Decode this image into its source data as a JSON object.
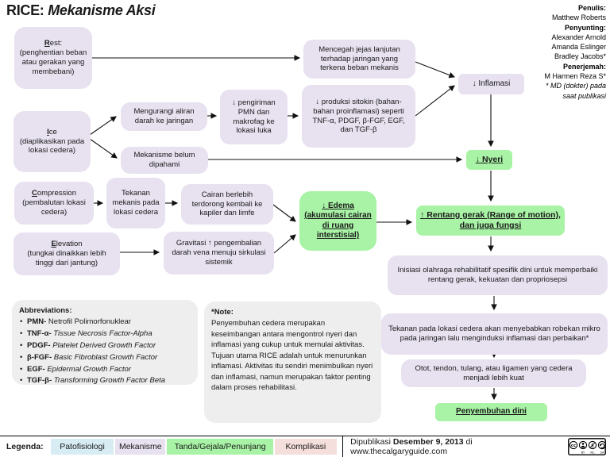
{
  "title": {
    "brand": "RICE:",
    "subtitle": " Mekanisme Aksi"
  },
  "credits": {
    "penulis_label": "Penulis:",
    "penulis": "Matthew Roberts",
    "penyunting_label": "Penyunting:",
    "penyunting1": "Alexander Arnold",
    "penyunting2": "Amanda Eslinger",
    "penyunting3": "Bradley Jacobs*",
    "penerjemah_label": "Penerjemah:",
    "penerjemah": "M Harmen Reza S*",
    "footnote1": "* MD (dokter) pada",
    "footnote2": "saat publikasi"
  },
  "nodes": {
    "rest": {
      "initial": "R",
      "title_rest": "est:",
      "desc": "(penghentian beban atau gerakan yang membebani)"
    },
    "ice": {
      "initial": "I",
      "title_rest": "ce",
      "desc": "(diaplikasikan pada lokasi cedera)"
    },
    "compression": {
      "initial": "C",
      "title_rest": "ompression",
      "desc": "(pembalutan lokasi cedera)"
    },
    "elevation": {
      "initial": "E",
      "title_rest": "levation",
      "desc": "(tungkai dinaikkan lebih tinggi dari jantung)"
    },
    "mengurangi": "Mengurangi aliran darah ke jaringan",
    "mekanisme_belum": "Mekanisme belum dipahami",
    "pengiriman": "↓ pengiriman PMN dan makrofag ke lokasi luka",
    "mencegah": "Mencegah jejas lanjutan terhadap jaringan yang terkena beban mekanis",
    "produksi": "↓ produksi sitokin (bahan-bahan proinflamasi) seperti TNF-α, PDGF, β-FGF, EGF, dan TGF-β",
    "inflamasi": "↓ Inflamasi",
    "nyeri": "↓ Nyeri",
    "tekanan_mekanis": "Tekanan mekanis pada lokasi cedera",
    "cairan": "Cairan berlebih terdorong kembali ke kapiler dan limfe",
    "gravitasi": "Gravitasi ↑ pengembalian darah vena menuju sirkulasi sistemik",
    "edema": "↓ Edema (akumulasi cairan di ruang interstisial)",
    "rentang": "↑ Rentang gerak (Range of motion), dan juga fungsi",
    "inisiasi": "Inisiasi olahraga rehabilitatif spesifik dini untuk memperbaiki rentang gerak, kekuatan dan propriosepsi",
    "tekanan_lokasi": "Tekanan pada lokasi cedera akan menyebabkan robekan mikro pada jaringan lalu menginduksi inflamasi dan perbaikan*",
    "otot": "Otot, tendon, tulang, atau ligamen yang cedera menjadi lebih kuat",
    "penyembuhan": "Penyembuhan dini"
  },
  "abbreviations": {
    "heading": "Abbreviations:",
    "items": [
      {
        "abbr": "PMN-",
        "full": " Netrofil Polimorfonuklear"
      },
      {
        "abbr": "TNF-α-",
        "full": " Tissue Necrosis Factor-Alpha"
      },
      {
        "abbr": "PDGF-",
        "full": " Platelet Derived Growth Factor"
      },
      {
        "abbr": "β-FGF-",
        "full": " Basic Fibroblast Growth Factor"
      },
      {
        "abbr": "EGF-",
        "full": " Epidermal Growth Factor"
      },
      {
        "abbr": "TGF-β-",
        "full": " Transforming Growth Factor Beta"
      }
    ]
  },
  "note": {
    "heading": "*Note:",
    "body": "Penyembuhan cedera merupakan keseimbangan antara mengontrol nyeri dan inflamasi yang cukup untuk memulai aktivitas. Tujuan utama RICE adalah untuk menurunkan inflamasi. Aktivitas itu sendiri menimbulkan nyeri dan inflamasi, namun merupakan faktor penting dalam proses rehabilitasi."
  },
  "legend": {
    "label": "Legenda:",
    "items": [
      {
        "label": "Patofisiologi",
        "color": "#d8ecf4"
      },
      {
        "label": "Mekanisme",
        "color": "#e7e1f0"
      },
      {
        "label": "Tanda/Gejala/Penunjang",
        "color": "#a9f3a6"
      },
      {
        "label": "Komplikasi",
        "color": "#f5dfdc"
      }
    ]
  },
  "footer": {
    "published_prefix": "Dipublikasi ",
    "published_date": "Desember 9, 2013",
    "published_suffix": " di www.thecalgaryguide.com",
    "cc_by": "BY",
    "cc_nc": "NC",
    "cc_sa": "SA"
  },
  "colors": {
    "mechanism": "#e7e1f0",
    "sign_green": "#a9f3a6",
    "infobox_gray": "#efeeef",
    "line": "#111111"
  }
}
